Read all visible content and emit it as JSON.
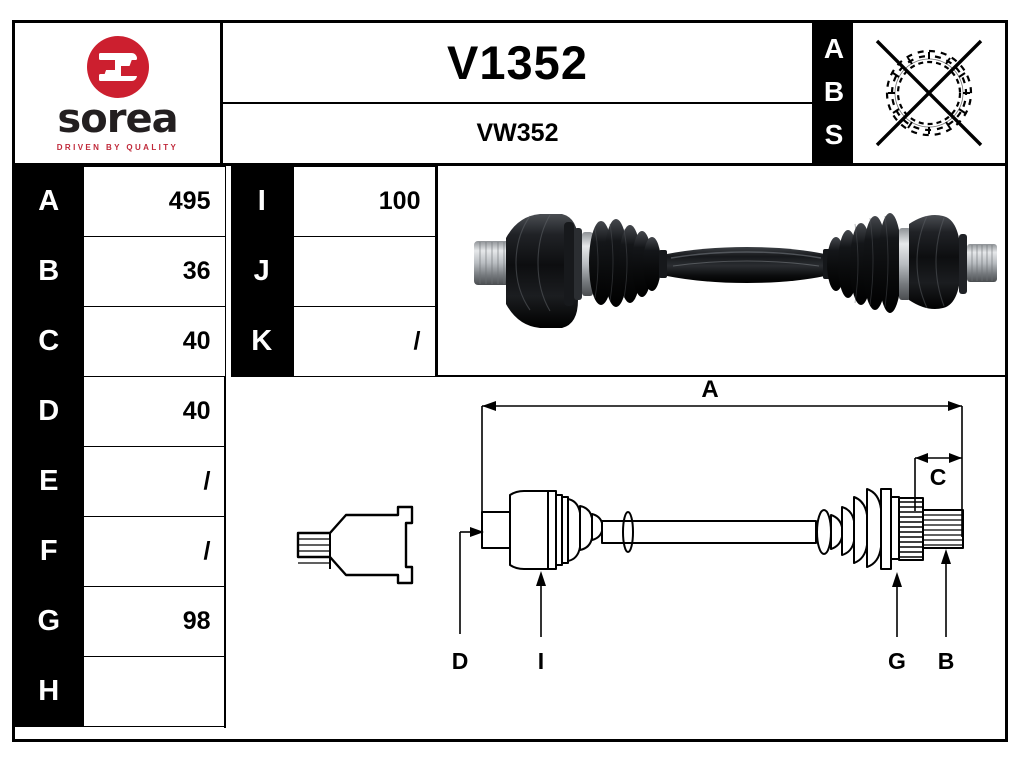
{
  "sheet": {
    "brand": {
      "logo_icon": "sorea-logo-icon",
      "wordmark": "sorea",
      "tagline": "DRIVEN BY QUALITY",
      "brand_color": "#cc1f2f"
    },
    "header": {
      "reference": "V1352",
      "oe_reference": "VW352",
      "abs": {
        "letters": [
          "A",
          "B",
          "S"
        ],
        "icon": "abs-ring-crossed-out-icon"
      }
    }
  },
  "spec_table_left": {
    "rows": [
      {
        "label": "A",
        "value": "495"
      },
      {
        "label": "B",
        "value": "36"
      },
      {
        "label": "C",
        "value": "40"
      },
      {
        "label": "D",
        "value": "40"
      },
      {
        "label": "E",
        "value": "/"
      },
      {
        "label": "F",
        "value": "/"
      },
      {
        "label": "G",
        "value": "98"
      },
      {
        "label": "H",
        "value": ""
      }
    ]
  },
  "spec_table_right": {
    "rows": [
      {
        "label": "I",
        "value": "100"
      },
      {
        "label": "J",
        "value": ""
      },
      {
        "label": "K",
        "value": "/"
      }
    ]
  },
  "photo": {
    "alt": "cv-drive-shaft-photo"
  },
  "drawing": {
    "detail_part": "splined-stub-detail",
    "callouts": [
      {
        "id": "A",
        "label": "A",
        "kind": "dimension-top"
      },
      {
        "id": "C",
        "label": "C",
        "kind": "dimension-right"
      },
      {
        "id": "D",
        "label": "D",
        "kind": "leader-bottom"
      },
      {
        "id": "I",
        "label": "I",
        "kind": "leader-bottom"
      },
      {
        "id": "G",
        "label": "G",
        "kind": "leader-bottom"
      },
      {
        "id": "B",
        "label": "B",
        "kind": "leader-bottom"
      }
    ]
  }
}
